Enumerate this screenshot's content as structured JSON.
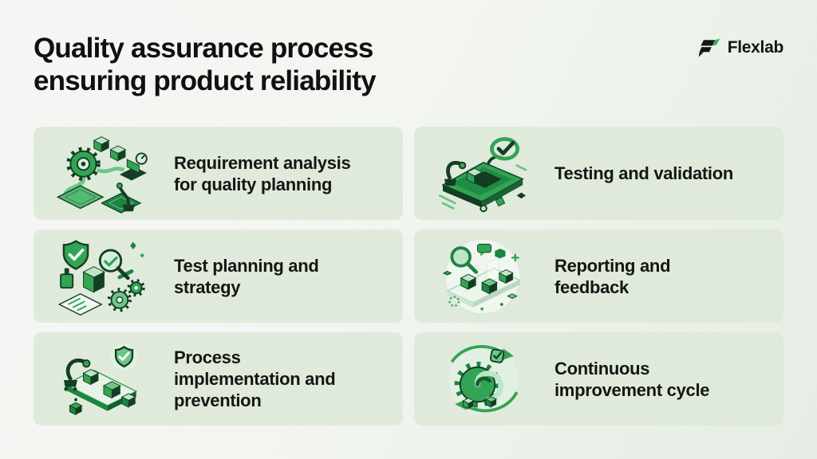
{
  "header": {
    "title_lines": [
      "Quality assurance process",
      "ensuring product reliability"
    ],
    "brand": {
      "name": "Flexlab",
      "accent_color": "#2fb34f",
      "mark_color": "#111111"
    }
  },
  "colors": {
    "page_background": "#f5f7f3",
    "card_background": "#e1ecdd",
    "text": "#101010",
    "green_primary": "#2fa351",
    "green_deep": "#17833d",
    "green_soft": "#6cc687",
    "green_light": "#bfe6c9",
    "outline_dark": "#0e3a1e"
  },
  "cards": [
    {
      "id": "requirement-analysis",
      "title": "Requirement analysis for quality planning",
      "title_lines": [
        "Requirement analysis",
        "for quality planning"
      ],
      "icon": "requirement-analysis-illustration"
    },
    {
      "id": "testing-validation",
      "title": "Testing and validation",
      "title_lines": [
        "Testing and validation"
      ],
      "icon": "testing-validation-illustration"
    },
    {
      "id": "test-planning",
      "title": "Test planning and strategy",
      "title_lines": [
        "Test planning and",
        "strategy"
      ],
      "icon": "test-planning-illustration"
    },
    {
      "id": "reporting-feedback",
      "title": "Reporting and feedback",
      "title_lines": [
        "Reporting and",
        "feedback"
      ],
      "icon": "reporting-feedback-illustration"
    },
    {
      "id": "process-implementation",
      "title": "Process implementation and prevention",
      "title_lines": [
        "Process",
        "implementation and",
        "prevention"
      ],
      "icon": "process-implementation-illustration"
    },
    {
      "id": "continuous-improvement",
      "title": "Continuous improvement cycle",
      "title_lines": [
        "Continuous",
        "improvement cycle"
      ],
      "icon": "continuous-improvement-illustration"
    }
  ]
}
